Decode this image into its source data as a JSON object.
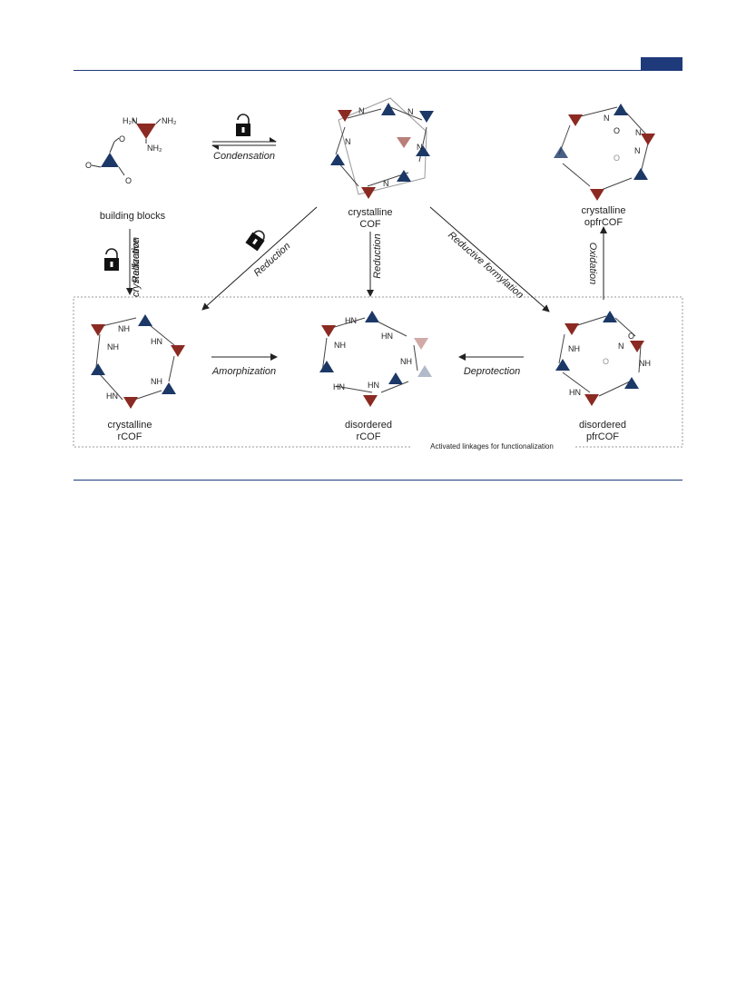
{
  "header": {
    "accent_color": "#1e3a7b"
  },
  "colors": {
    "red": "#8b2a22",
    "blue": "#1c3866",
    "line": "#333333",
    "frame": "#9a9a9a"
  },
  "building_blocks": {
    "label": "building blocks",
    "amine_top": "H₂N",
    "amine_right": "NH₂",
    "amine_bottom": "NH₂",
    "aldehyde_o": "O"
  },
  "nodes": {
    "cof": {
      "line1": "crystalline",
      "line2": "COF"
    },
    "opfrcof": {
      "line1": "crystalline",
      "line2": "opfrCOF"
    },
    "rcof_cryst": {
      "line1": "crystalline",
      "line2": "rCOF"
    },
    "rcof_dis": {
      "line1": "disordered",
      "line2": "rCOF"
    },
    "pfrcof": {
      "line1": "disordered",
      "line2": "pfrCOF"
    }
  },
  "arrows": {
    "condensation": "Condensation",
    "reductive_crystallization_1": "Reductive",
    "reductive_crystallization_2": "crystallization",
    "reduction_diag": "Reduction",
    "reduction_vert": "Reduction",
    "reductive_formylation": "Reductive formylation",
    "oxidation": "Oxidation",
    "amorphization": "Amorphization",
    "deprotection": "Deprotection"
  },
  "box_caption": "Activated linkages for functionalization",
  "atoms": {
    "N": "N",
    "NH": "NH",
    "HN": "HN",
    "O": "O"
  }
}
